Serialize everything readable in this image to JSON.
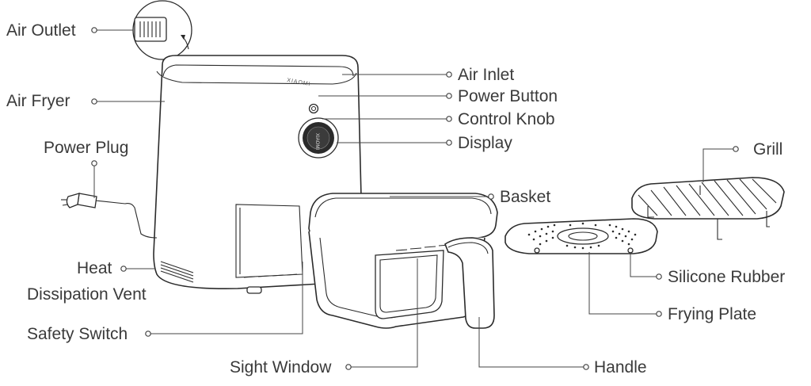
{
  "brand": "XIAOMI",
  "labels": {
    "air_outlet": "Air Outlet",
    "air_fryer": "Air Fryer",
    "power_plug": "Power Plug",
    "heat_1": "Heat",
    "heat_2": "Dissipation Vent",
    "safety_switch": "Safety Switch",
    "sight_window": "Sight Window",
    "handle": "Handle",
    "air_inlet": "Air Inlet",
    "power_button": "Power Button",
    "control_knob": "Control Knob",
    "display": "Display",
    "basket": "Basket",
    "grill": "Grill",
    "silicone_rubber": "Silicone Rubber",
    "frying_plate": "Frying Plate"
  }
}
